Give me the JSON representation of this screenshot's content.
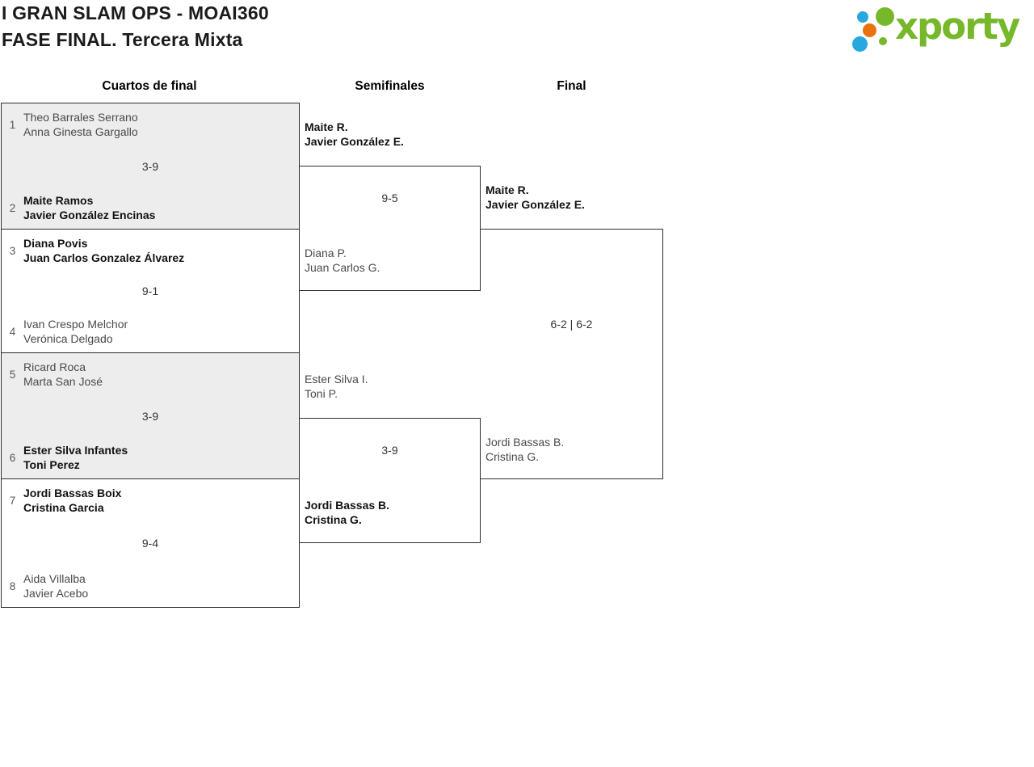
{
  "header": {
    "title": "I GRAN SLAM OPS - MOAI360",
    "subtitle": "FASE FINAL. Tercera Mixta"
  },
  "logo": {
    "brand": "xporty",
    "green": "#76b82a",
    "blue": "#29a8e0",
    "orange": "#e8720e"
  },
  "columns": [
    "Cuartos de final",
    "Semifinales",
    "Final"
  ],
  "bracket": {
    "quarterfinals": [
      {
        "top": {
          "seed": "1",
          "line1": "Theo Barrales Serrano",
          "line2": "Anna Ginesta Gargallo",
          "winner": false
        },
        "score": "3-9",
        "bottom": {
          "seed": "2",
          "line1": "Maite Ramos",
          "line2": "Javier González Encinas",
          "winner": true
        }
      },
      {
        "top": {
          "seed": "3",
          "line1": "Diana Povis",
          "line2": "Juan Carlos Gonzalez Álvarez",
          "winner": true
        },
        "score": "9-1",
        "bottom": {
          "seed": "4",
          "line1": "Ivan Crespo Melchor",
          "line2": "Verónica Delgado",
          "winner": false
        }
      },
      {
        "top": {
          "seed": "5",
          "line1": "Ricard Roca",
          "line2": "Marta San José",
          "winner": false
        },
        "score": "3-9",
        "bottom": {
          "seed": "6",
          "line1": "Ester Silva Infantes",
          "line2": "Toni Perez",
          "winner": true
        }
      },
      {
        "top": {
          "seed": "7",
          "line1": "Jordi Bassas Boix",
          "line2": "Cristina Garcia",
          "winner": true
        },
        "score": "9-4",
        "bottom": {
          "seed": "8",
          "line1": "Aida Villalba",
          "line2": "Javier Acebo",
          "winner": false
        }
      }
    ],
    "semifinals": [
      {
        "top": {
          "line1": "Maite R.",
          "line2": "Javier González E.",
          "winner": true
        },
        "score": "9-5",
        "bottom": {
          "line1": "Diana P.",
          "line2": "Juan Carlos G.",
          "winner": false
        }
      },
      {
        "top": {
          "line1": "Ester Silva I.",
          "line2": "Toni P.",
          "winner": false
        },
        "score": "3-9",
        "bottom": {
          "line1": "Jordi Bassas B.",
          "line2": "Cristina G.",
          "winner": true
        }
      }
    ],
    "final": {
      "top": {
        "line1": "Maite R.",
        "line2": "Javier González E.",
        "winner": true
      },
      "score": "6-2 | 6-2",
      "bottom": {
        "line1": "Jordi Bassas B.",
        "line2": "Cristina G.",
        "winner": false
      }
    }
  }
}
